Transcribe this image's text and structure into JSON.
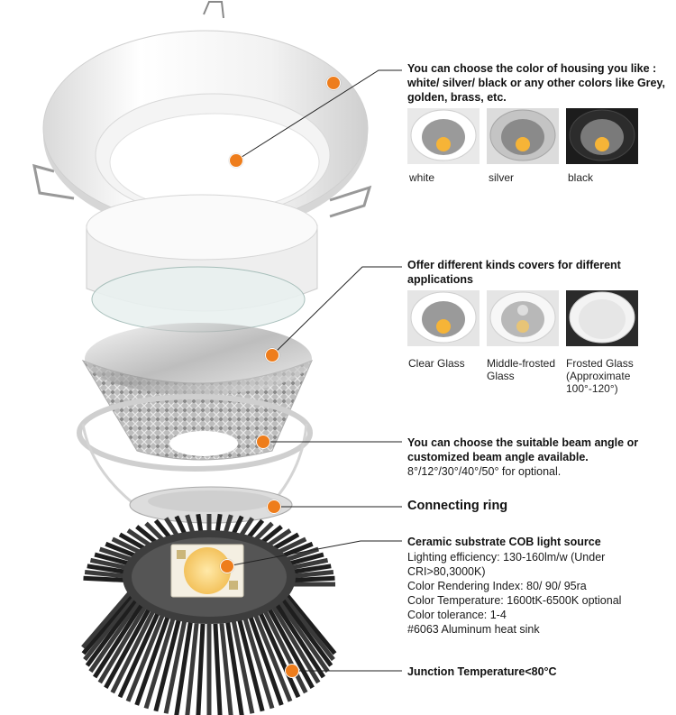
{
  "colors": {
    "accent": "#ee7d1c",
    "line": "#222222"
  },
  "housing": {
    "title": "You can choose the color of housing you like : white/ silver/ black or any other colors like Grey, golden, brass, etc.",
    "options": [
      "white",
      "silver",
      "black"
    ]
  },
  "covers": {
    "title": "Offer different kinds covers for different applications",
    "options": [
      "Clear Glass",
      "Middle-frosted Glass",
      "Frosted Glass (Approximate 100°-120°)"
    ]
  },
  "beam": {
    "title": "You can choose the suitable beam angle or customized beam angle available.",
    "detail": "8°/12°/30°/40°/50° for optional."
  },
  "ring": {
    "title": "Connecting ring"
  },
  "cob": {
    "title": "Ceramic substrate COB light source",
    "lines": [
      "Lighting  efficiency: 130-160lm/w (Under CRI>80,3000K)",
      "Color Rendering Index: 80/ 90/ 95ra",
      "Color Temperature: 1600tK-6500K  optional",
      "Color tolerance: 1-4",
      "#6063 Aluminum heat sink"
    ]
  },
  "junction": {
    "title": "Junction Temperature<80°C"
  }
}
